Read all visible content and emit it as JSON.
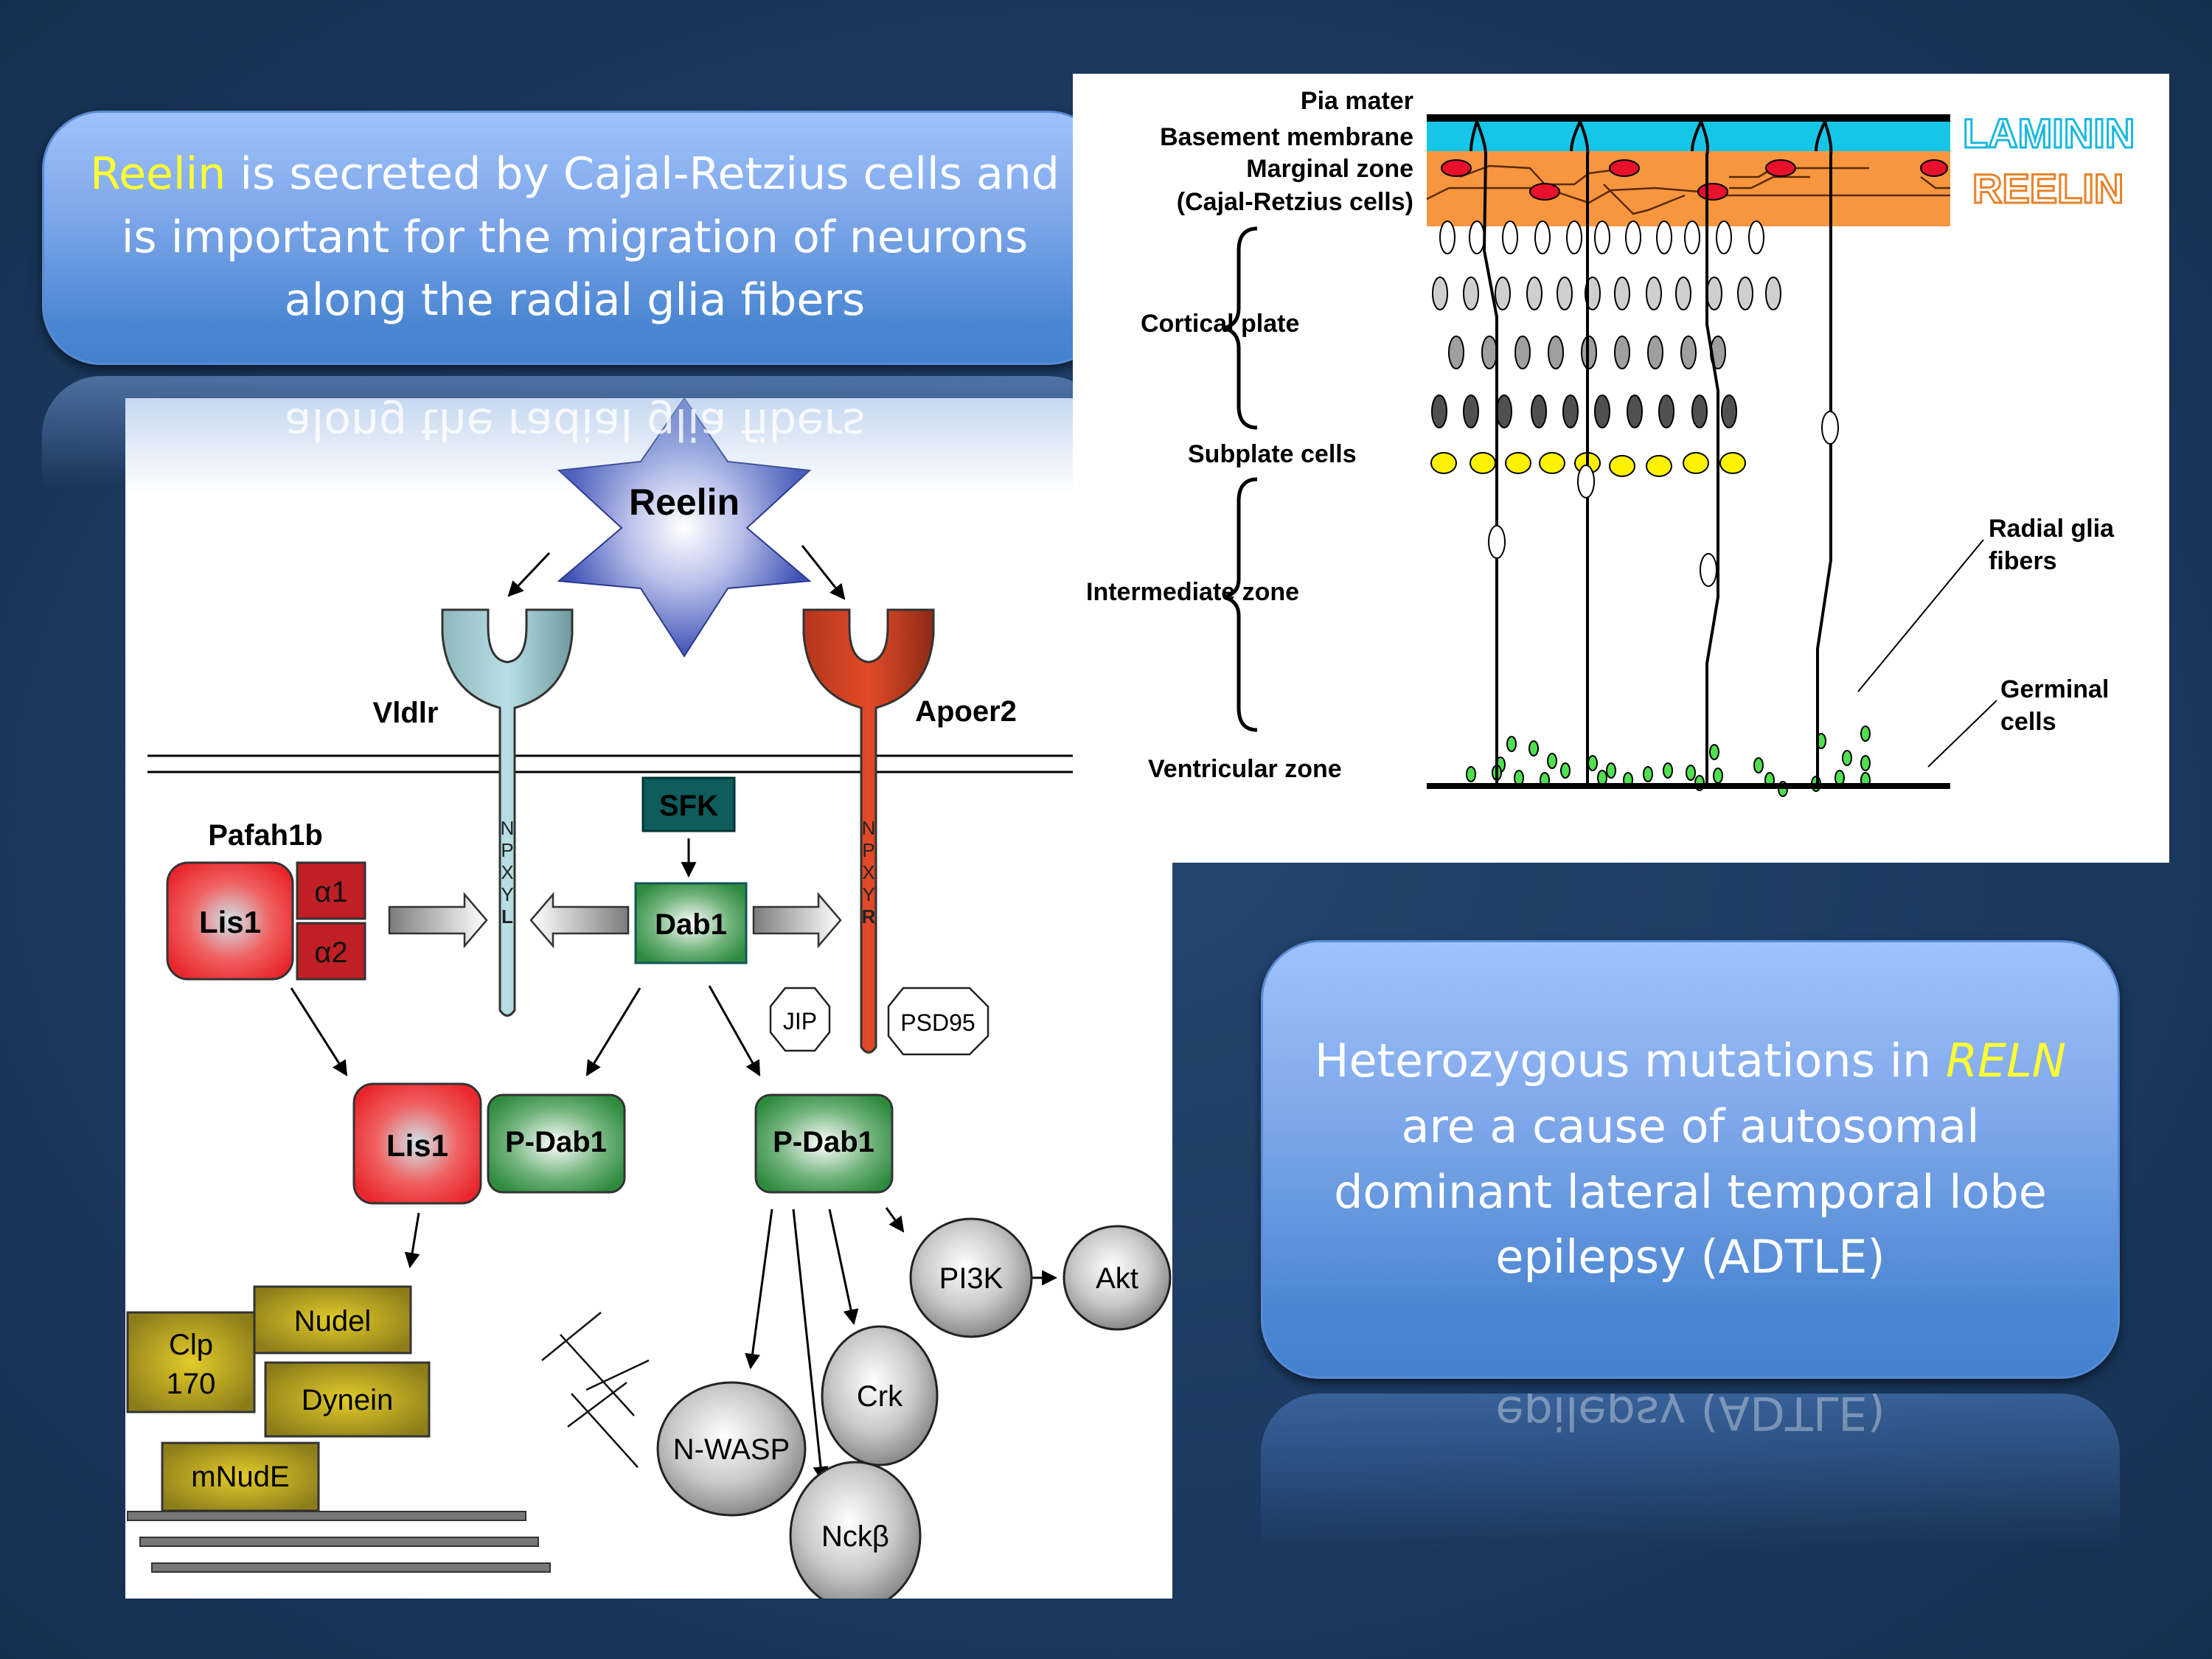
{
  "callout_top": {
    "highlight": "Reelin",
    "line1_rest": " is secreted by Cajal-Retzius cells and",
    "line2": "is important for the migration of neurons",
    "line3": "along the radial glia fibers",
    "highlight_color": "#ffff33"
  },
  "callout_bottom": {
    "line1_prefix": "Heterozygous mutations in ",
    "highlight": "RELN",
    "line2": "are a cause of autosomal",
    "line3": "dominant lateral temporal lobe",
    "line4": "epilepsy (ADTLE)",
    "highlight_color": "#ffff33"
  },
  "pathway": {
    "ligand": "Reelin",
    "receptor_left": "Vldlr",
    "receptor_right": "Apoer2",
    "motif_left": [
      "N",
      "P",
      "X",
      "Y",
      "L"
    ],
    "motif_right": [
      "N",
      "P",
      "X",
      "Y",
      "R"
    ],
    "kinase": "SFK",
    "adaptor": "Dab1",
    "complex_label": "Pafah1b",
    "lis1": "Lis1",
    "alpha1": "α1",
    "alpha2": "α2",
    "jip": "JIP",
    "psd95": "PSD95",
    "complex_lis1": "Lis1",
    "complex_pdab1": "P-Dab1",
    "pdab1": "P-Dab1",
    "motor": {
      "nudel": "Nudel",
      "clp170_l1": "Clp",
      "clp170_l2": "170",
      "dynein": "Dynein",
      "mnude": "mNudE"
    },
    "effectors": {
      "pi3k": "PI3K",
      "akt": "Akt",
      "crk": "Crk",
      "nwasp": "N-WASP",
      "nckb": "Nckβ"
    },
    "colors": {
      "reelin": "#3f51b5",
      "vldlr": "#a8d4d8",
      "apoer2": "#d9472a",
      "red": "#e8262c",
      "green": "#2e8b3e",
      "teal": "#0e5c5c",
      "olive": "#a29020",
      "grey": "#a9a9a9"
    }
  },
  "cortex": {
    "labels": {
      "pia": "Pia mater",
      "basement": "Basement membrane",
      "marginal": "Marginal zone",
      "cajal": "(Cajal-Retzius cells)",
      "cortical_plate": "Cortical plate",
      "subplate": "Subplate cells",
      "intermediate": "Intermediate zone",
      "ventricular": "Ventricular zone",
      "radial_1": "Radial glia",
      "radial_2": "fibers",
      "germinal_1": "Germinal",
      "germinal_2": "cells"
    },
    "legend": {
      "laminin": "LAMININ",
      "reelin": "REELIN",
      "laminin_color": "#1ab8e0",
      "reelin_color": "#e8822a"
    },
    "colors": {
      "laminin_layer": "#16c6e6",
      "marginal_layer": "#f7963f",
      "cr_cell": "#e8102a",
      "subplate_cell": "#fff200",
      "germinal_cell": "#4fe04f"
    }
  }
}
